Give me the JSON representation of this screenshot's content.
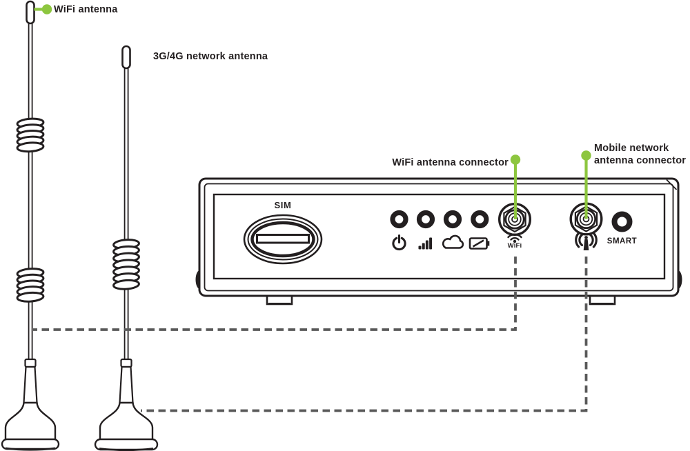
{
  "callouts": {
    "wifi_antenna": "WiFi antenna",
    "network_antenna": "3G/4G network antenna",
    "wifi_connector": "WiFi antenna connector",
    "mobile_connector_line1": "Mobile network",
    "mobile_connector_line2": "antenna connector"
  },
  "device": {
    "sim_label": "SIM",
    "wifi_port_label": "WiFi",
    "smart_label": "SMART",
    "status_icons": [
      "power-icon",
      "signal-strength-icon",
      "cloud-icon",
      "battery-icon"
    ],
    "connectors": [
      "wifi-antenna-connector",
      "mobile-network-antenna-connector"
    ]
  },
  "colors": {
    "ink": "#231F20",
    "accent_green": "#8DC63F",
    "dash_gray": "#595959"
  }
}
